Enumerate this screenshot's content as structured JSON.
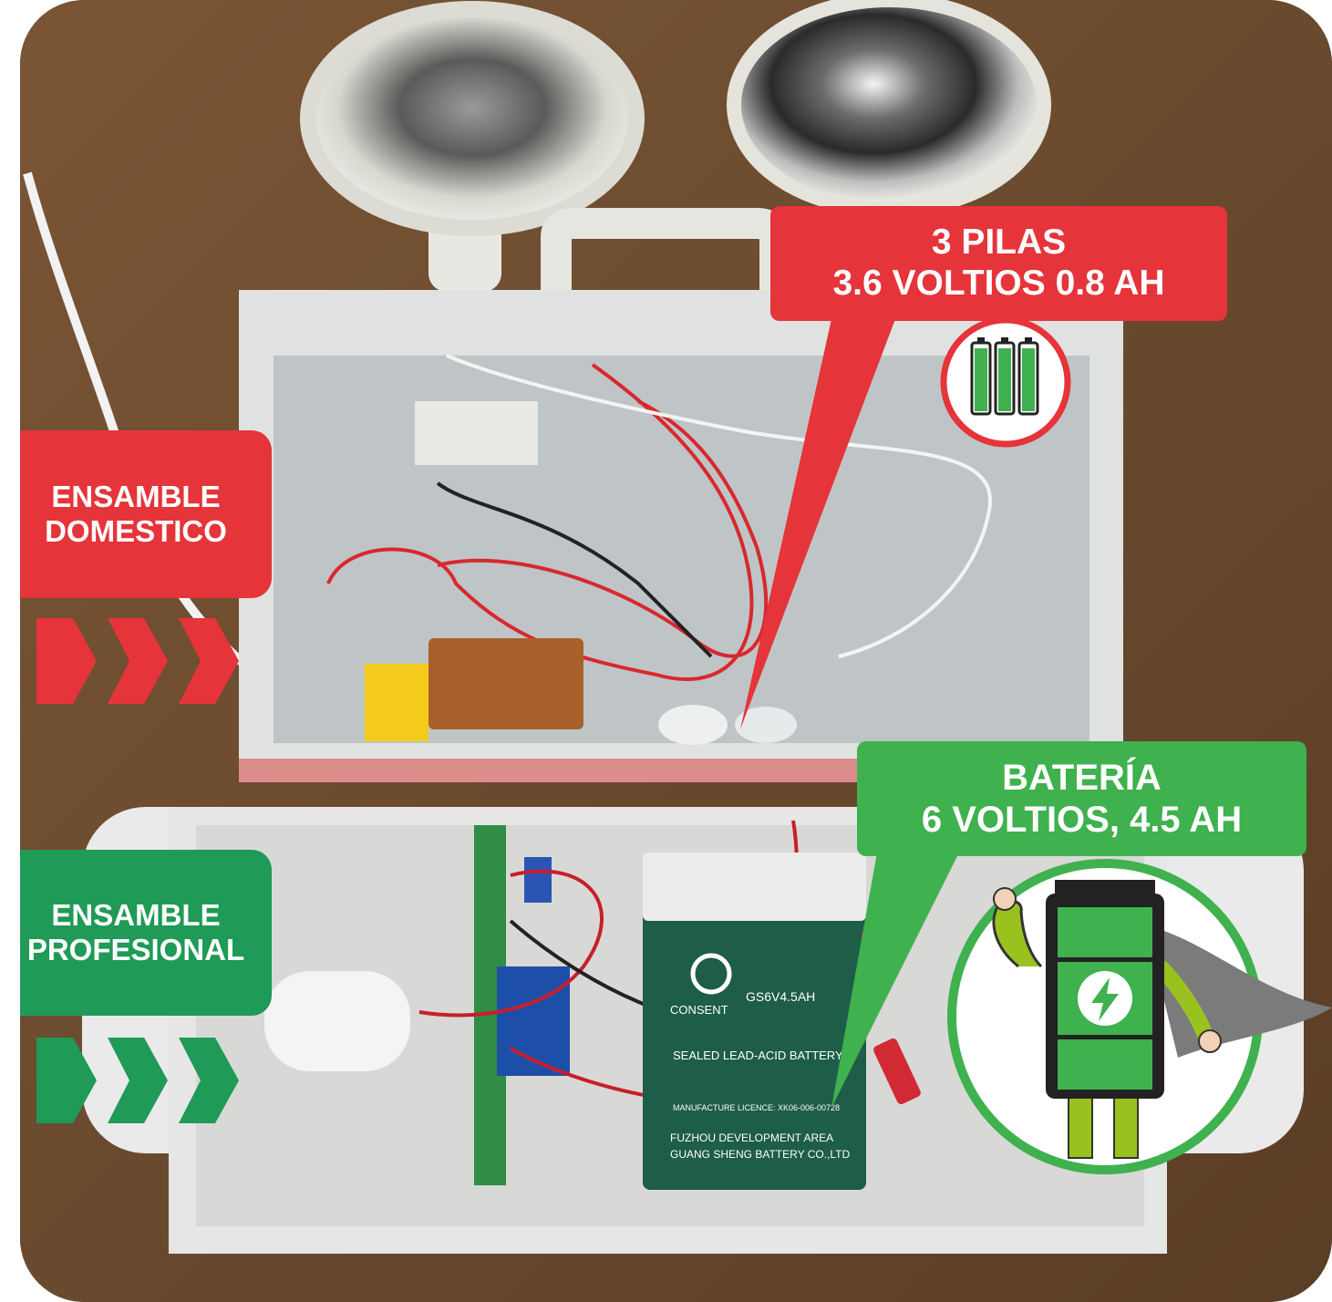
{
  "labels": {
    "domestico": {
      "line1": "ENSAMBLE",
      "line2": "DOMESTICO"
    },
    "profesional": {
      "line1": "ENSAMBLE",
      "line2": "PROFESIONAL"
    },
    "pilas": {
      "line1": "3 PILAS",
      "line2": "3.6 VOLTIOS 0.8 AH"
    },
    "bateria": {
      "line1": "BATERÍA",
      "line2": "6 VOLTIOS, 4.5 AH"
    }
  },
  "battery_text": {
    "model": "GS6V4.5AH",
    "brand": "CONSENT",
    "type": "SEALED LEAD-ACID BATTERY",
    "licence": "MANUFACTURE LICENCE: XK06-006-00728",
    "maker1": "FUZHOU DEVELOPMENT AREA",
    "maker2": "GUANG SHENG BATTERY CO.,LTD"
  },
  "icons": [
    "three-batteries-icon",
    "superhero-battery-icon",
    "lightning-icon",
    "arrow-right-icon"
  ],
  "colors": {
    "red": "#e5343a",
    "dark_green": "#1f9a57",
    "green": "#3fb14e",
    "wood": "#6b4a2f"
  }
}
